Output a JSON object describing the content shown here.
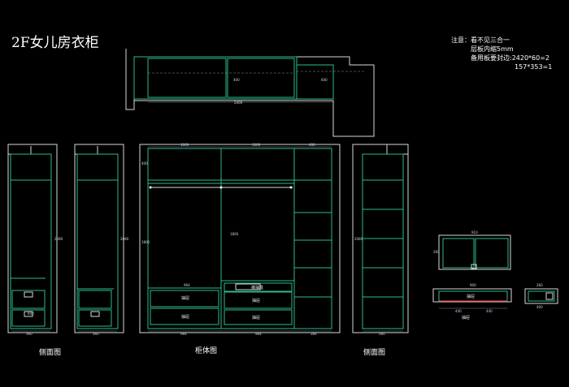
{
  "title": "2F女儿房衣柜",
  "notes": {
    "line1": "注意：看不见三合一",
    "line2": "层板内缩5mm",
    "line3": "备用板要封边:2420*60=2",
    "line4": "157*353=1"
  },
  "captions": {
    "side_left": "侧面图",
    "body": "柜体图",
    "side_right": "侧面图"
  },
  "drawer_labels": {
    "left_top": "抽屉",
    "left_bottom": "抽屉",
    "mid_header": "裤抽盒",
    "mid_top": "抽屉",
    "mid_middle": "抽屉",
    "mid_bottom": "抽屉",
    "detail": "抽屉",
    "detail_tag": "抽屉"
  },
  "colors": {
    "panel": "#2dbd8a",
    "outline": "#d8d8d8",
    "dimension": "#7a8aa8",
    "highlight": "#e03030"
  }
}
